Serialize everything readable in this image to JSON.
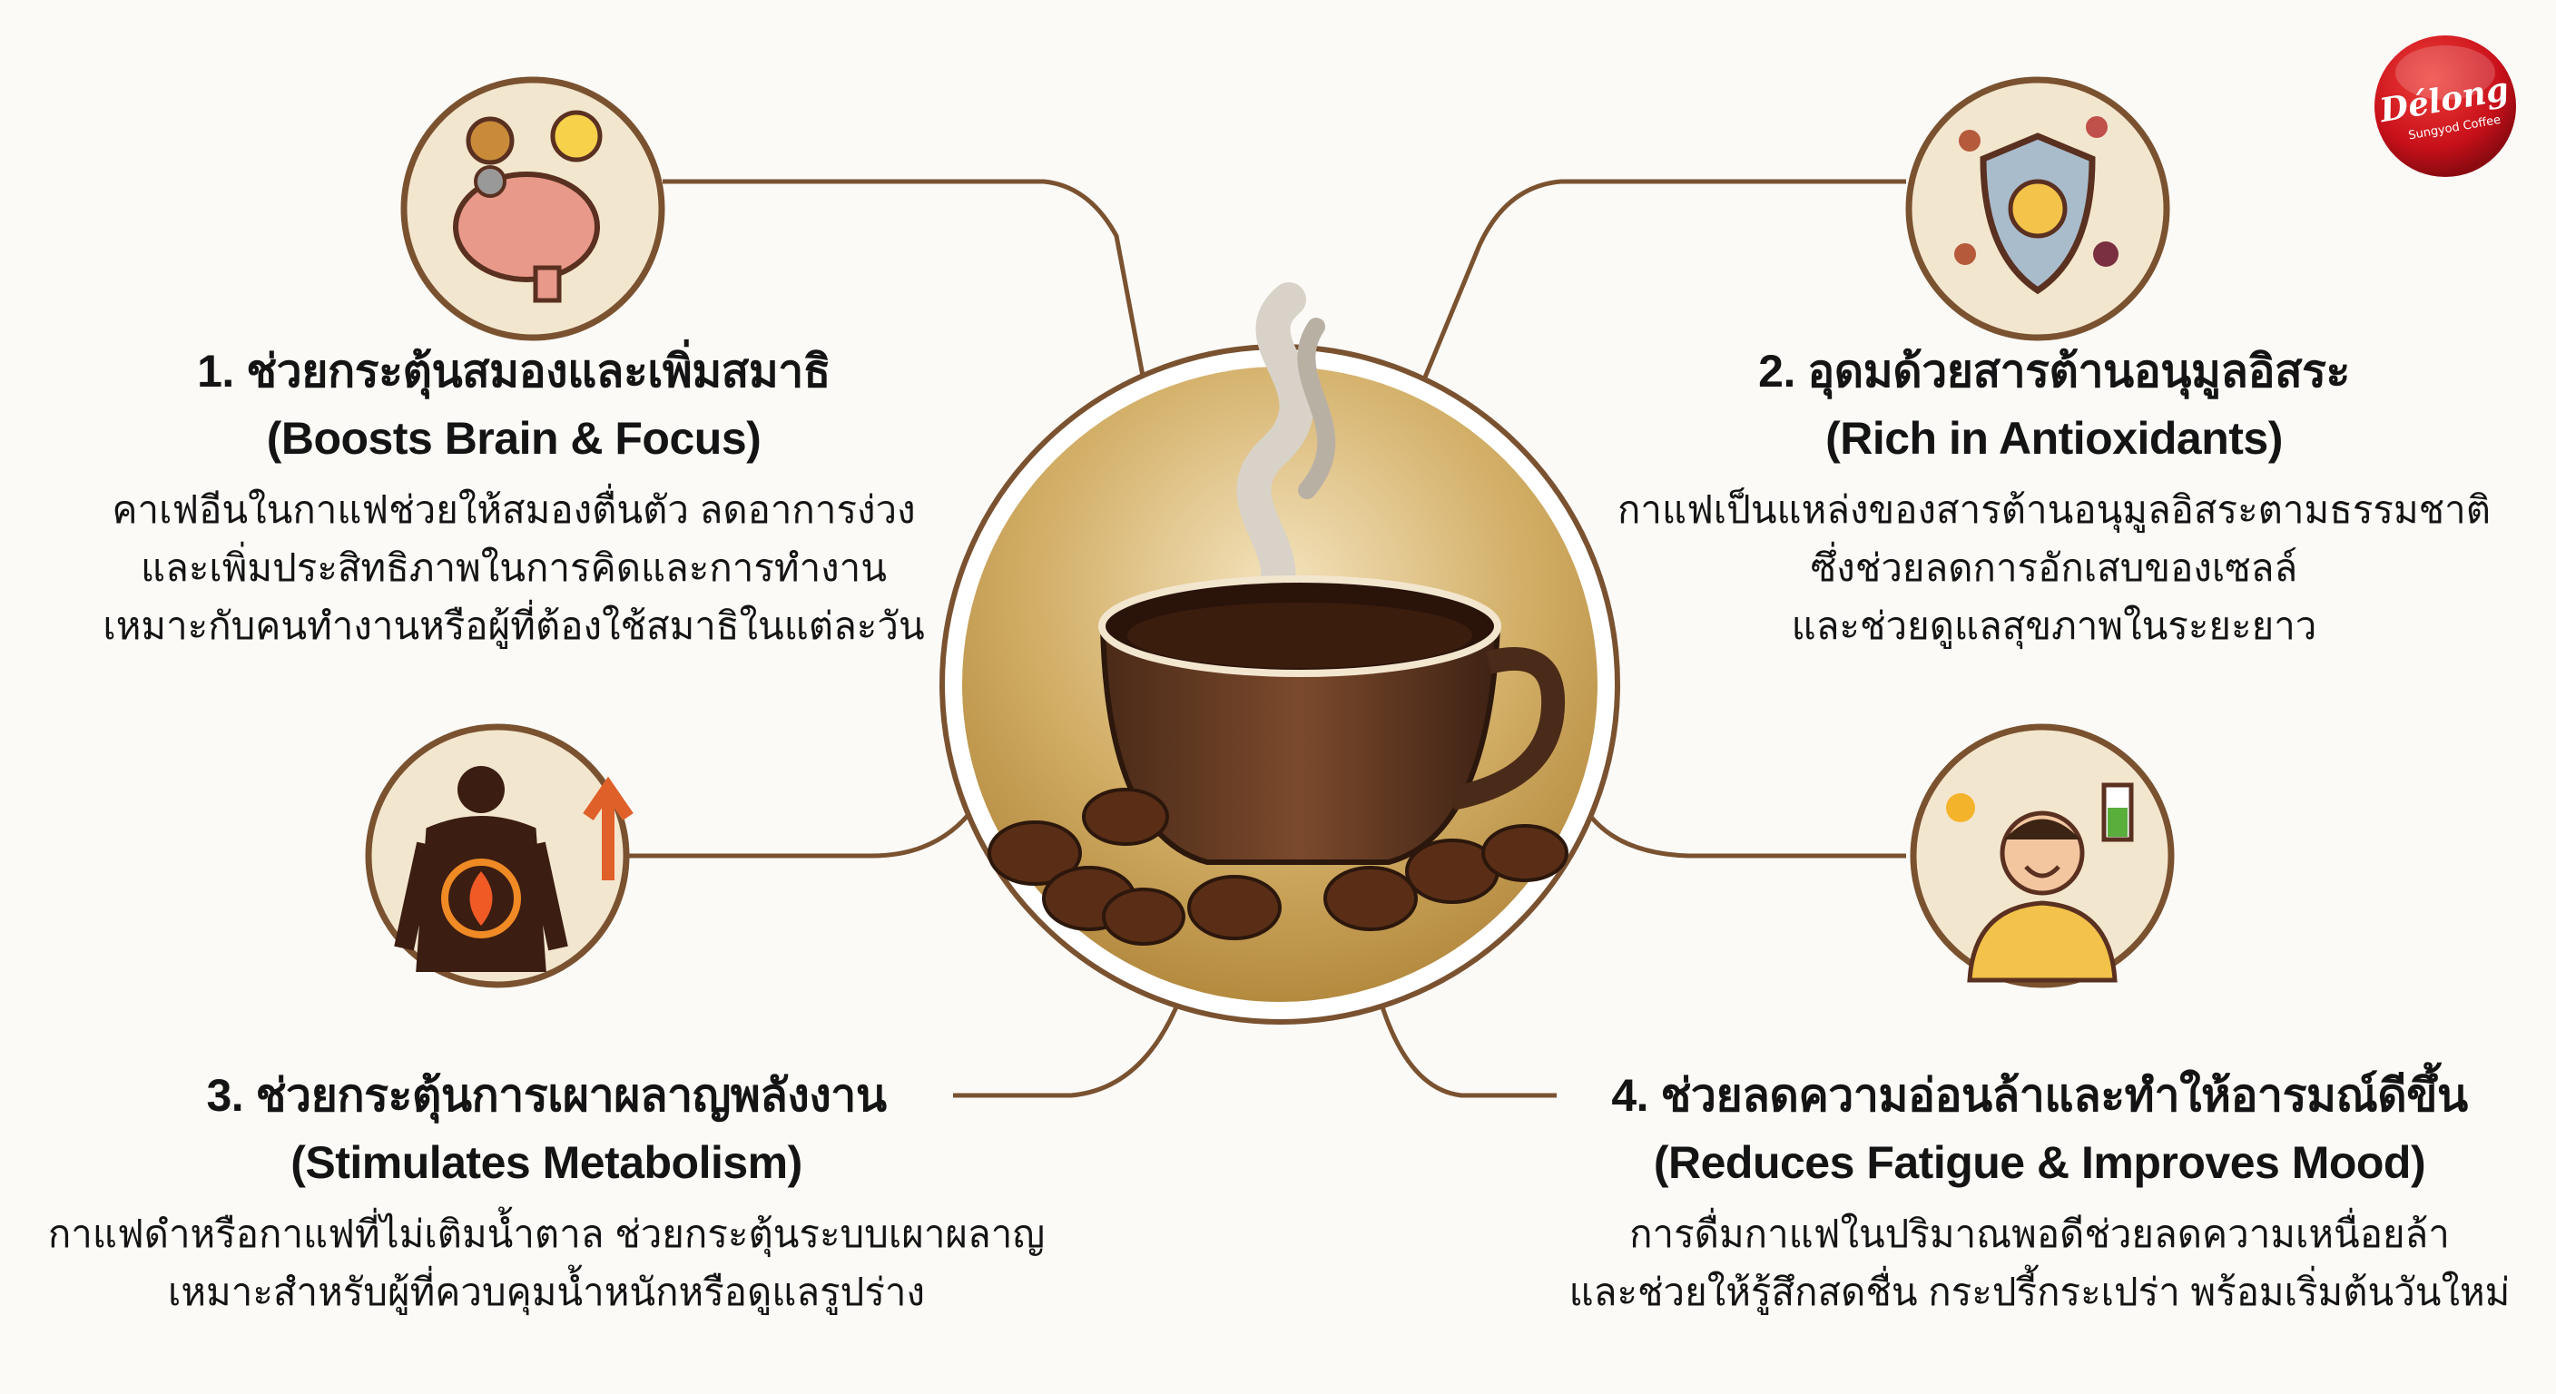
{
  "brand": {
    "name": "Délong",
    "tagline": "Sungyod Coffee",
    "color": "#c8101a"
  },
  "colors": {
    "line": "#7a5230",
    "circle_fill": "#f3e6cf",
    "center_gold": "#c9a25a",
    "text": "#141414"
  },
  "benefits": [
    {
      "title_th": "1. ช่วยกระตุ้นสมองและเพิ่มสมาธิ",
      "title_en": "(Boosts Brain & Focus)",
      "icon": "brain-lightbulb-gear-icon",
      "lines": [
        "คาเฟอีนในกาแฟช่วยให้สมองตื่นตัว ลดอาการง่วง",
        "และเพิ่มประสิทธิภาพในการคิดและการทำงาน",
        "เหมาะกับคนทำงานหรือผู้ที่ต้องใช้สมาธิในแต่ละวัน"
      ]
    },
    {
      "title_th": "2. อุดมด้วยสารต้านอนุมูลอิสระ",
      "title_en": "(Rich in Antioxidants)",
      "icon": "shield-molecule-icon",
      "lines": [
        "กาแฟเป็นแหล่งของสารต้านอนุมูลอิสระตามธรรมชาติ",
        "ซึ่งช่วยลดการอักเสบของเซลล์",
        "และช่วยดูแลสุขภาพในระยะยาว"
      ]
    },
    {
      "title_th": "3. ช่วยกระตุ้นการเผาผลาญพลังงาน",
      "title_en": "(Stimulates Metabolism)",
      "icon": "body-flame-arrow-icon",
      "lines": [
        "กาแฟดำหรือกาแฟที่ไม่เติมน้ำตาล ช่วยกระตุ้นระบบเผาผลาญ",
        "เหมาะสำหรับผู้ที่ควบคุมน้ำหนักหรือดูแลรูปร่าง"
      ]
    },
    {
      "title_th": "4. ช่วยลดความอ่อนล้าและทำให้อารมณ์ดีขึ้น",
      "title_en": "(Reduces Fatigue & Improves Mood)",
      "icon": "happy-person-battery-icon",
      "lines": [
        "การดื่มกาแฟในปริมาณพอดีช่วยลดความเหนื่อยล้า",
        "และช่วยให้รู้สึกสดชื่น กระปรี้กระเปร่า พร้อมเริ่มต้นวันใหม่"
      ]
    }
  ]
}
